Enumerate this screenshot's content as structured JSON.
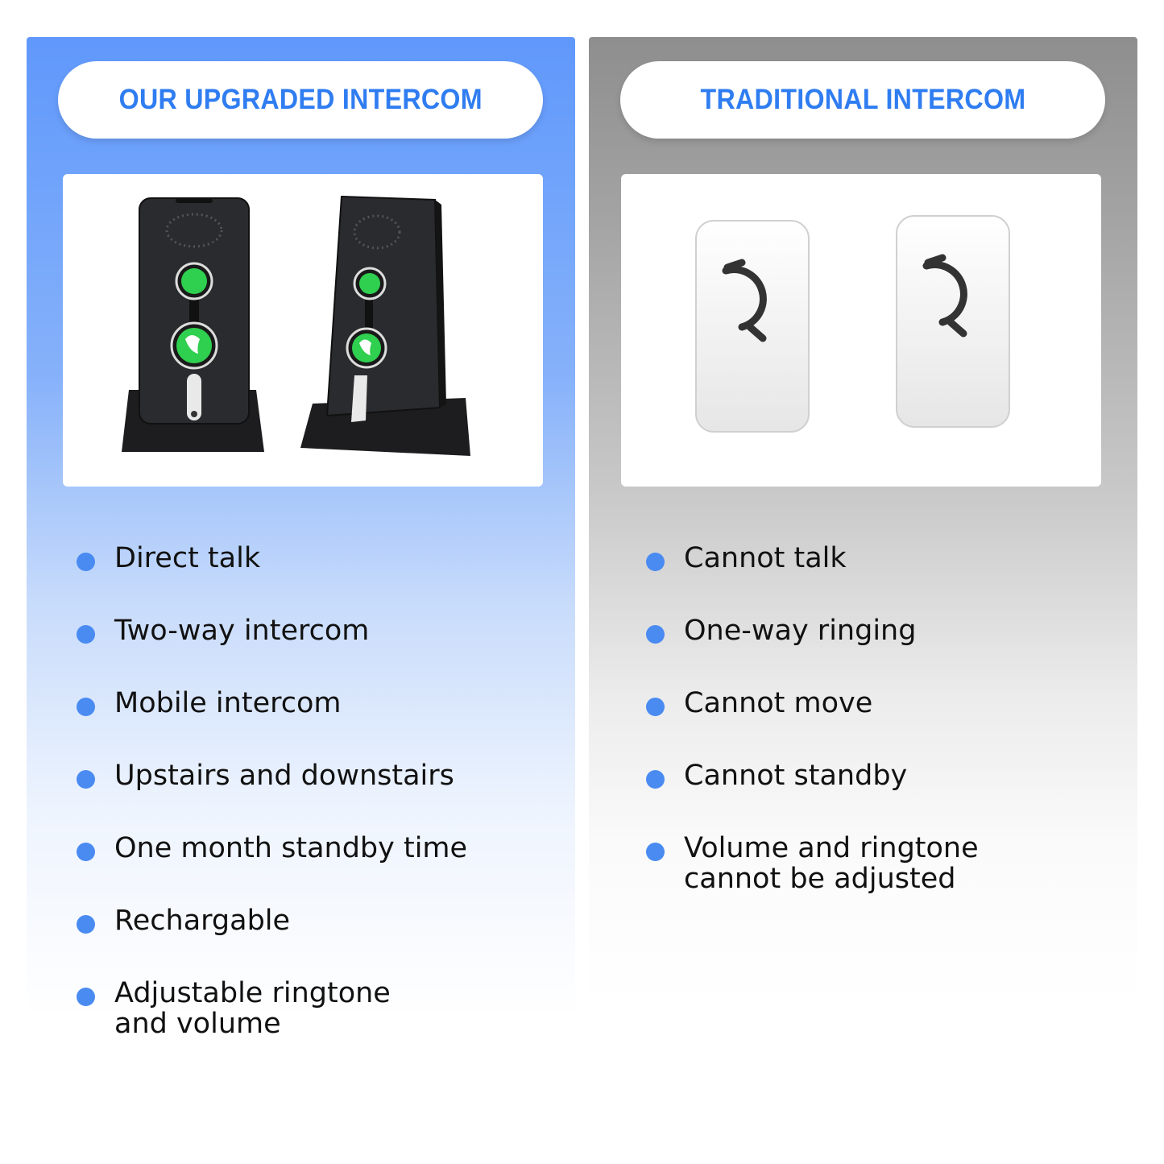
{
  "colors": {
    "accent_blue": "#2f7df1",
    "bullet_blue": "#4a8bf2",
    "left_panel_top": "#6098fb",
    "right_panel_top": "#8e8e8e"
  },
  "left": {
    "title": "OUR UPGRADED INTERCOM",
    "image_icon": "handheld-intercom-with-charging-dock",
    "features": [
      "Direct talk",
      "Two-way intercom",
      "Mobile intercom",
      "Upstairs and downstairs",
      "One month standby time",
      "Rechargable",
      "Adjustable ringtone and volume"
    ]
  },
  "right": {
    "title": "TRADITIONAL INTERCOM",
    "image_icon": "wall-doorbell-button",
    "features": [
      "Cannot talk",
      "One-way ringing",
      "Cannot move",
      "Cannot standby",
      "Volume and ringtone cannot be adjusted"
    ]
  }
}
